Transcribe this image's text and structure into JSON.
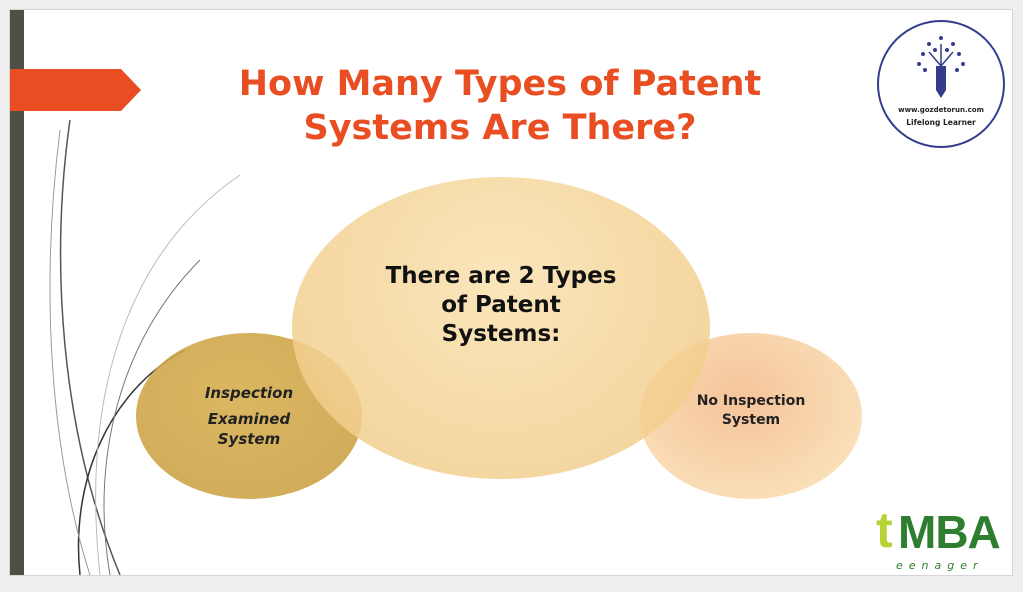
{
  "slide": {
    "title_line1": "How Many Types of Patent",
    "title_line2": "Systems Are There?",
    "center": {
      "line1": "There are 2 Types",
      "line2": "of Patent",
      "line3": "Systems:"
    },
    "left": {
      "line1": "Inspection",
      "line2": "Examined",
      "line3": "System"
    },
    "right": {
      "line1": "No Inspection",
      "line2": "System"
    },
    "logo_top": {
      "url": "www.gozdetorun.com",
      "tagline": "Lifelong Learner"
    },
    "logo_bottom": {
      "t": "t",
      "mba": "MBA",
      "sub": "eenager"
    }
  },
  "colors": {
    "accent": "#e84e22",
    "sidebar": "#4f4f47"
  }
}
